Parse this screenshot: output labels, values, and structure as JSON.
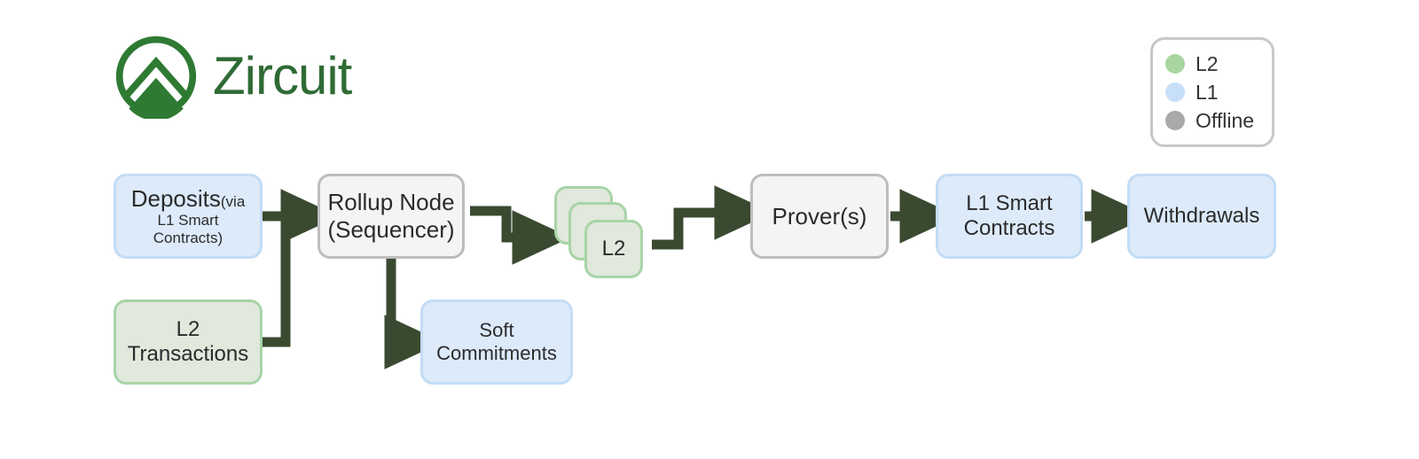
{
  "brand": {
    "name": "Zircuit",
    "logo_icon": "zircuit-mountain-circle-logo",
    "color": "#2f6b35"
  },
  "legend": {
    "items": [
      {
        "label": "L2",
        "color": "#a9d5a0",
        "icon": "status-dot-icon"
      },
      {
        "label": "L1",
        "color": "#c7e0f7",
        "icon": "status-dot-icon"
      },
      {
        "label": "Offline",
        "color": "#a9a9a9",
        "icon": "status-dot-icon"
      }
    ]
  },
  "diagram": {
    "type": "flowchart",
    "arrow_color": "#3a4a30",
    "nodes": [
      {
        "id": "deposits",
        "label_main": "Deposits",
        "label_sub": "(via",
        "label_line2": "L1 Smart Contracts)",
        "layer": "L1"
      },
      {
        "id": "l2tx",
        "label_line1": "L2",
        "label_line2": "Transactions",
        "layer": "L2"
      },
      {
        "id": "rollup",
        "label_line1": "Rollup Node",
        "label_line2": "(Sequencer)",
        "layer": "Offline"
      },
      {
        "id": "soft",
        "label_line1": "Soft",
        "label_line2": "Commitments",
        "layer": "L1"
      },
      {
        "id": "l2blocks",
        "label": "L2",
        "layer": "L2",
        "stacked": 3
      },
      {
        "id": "prover",
        "label": "Prover(s)",
        "layer": "Offline"
      },
      {
        "id": "l1sc",
        "label_line1": "L1 Smart",
        "label_line2": "Contracts",
        "layer": "L1"
      },
      {
        "id": "withdraw",
        "label": "Withdrawals",
        "layer": "L1"
      }
    ],
    "edges": [
      {
        "from": "deposits",
        "to": "rollup",
        "style": "elbow-merge"
      },
      {
        "from": "l2tx",
        "to": "rollup",
        "style": "elbow-merge"
      },
      {
        "from": "rollup",
        "to": "soft",
        "style": "elbow-down"
      },
      {
        "from": "rollup",
        "to": "l2blocks",
        "style": "step-down"
      },
      {
        "from": "l2blocks",
        "to": "prover",
        "style": "step-up"
      },
      {
        "from": "prover",
        "to": "l1sc",
        "style": "straight"
      },
      {
        "from": "l1sc",
        "to": "withdraw",
        "style": "straight"
      }
    ]
  }
}
